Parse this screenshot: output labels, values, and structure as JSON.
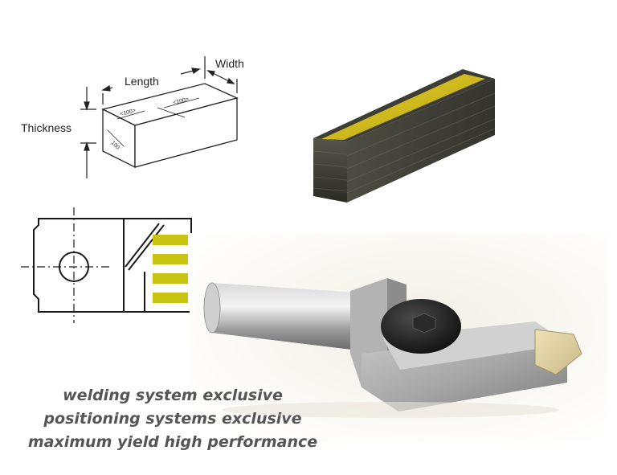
{
  "diagram": {
    "length_label": "Length",
    "width_label": "Width",
    "thickness_label": "Thickness",
    "orientation_top_left": "<100>",
    "orientation_top_right": "<100>",
    "orientation_side": "100"
  },
  "taglines": [
    "welding system exclusive",
    "positioning systems exclusive",
    "maximum yield high performance"
  ],
  "colors": {
    "gold_face": "#d8c21a",
    "block_dark": "#3a3a34",
    "yellow_stripe": "#c9c314",
    "tagline_text": "#555555"
  },
  "icons": {
    "block": "diamond-crystal-block",
    "drawing": "tool-holder-drawing",
    "photo": "tool-holder-photo"
  }
}
